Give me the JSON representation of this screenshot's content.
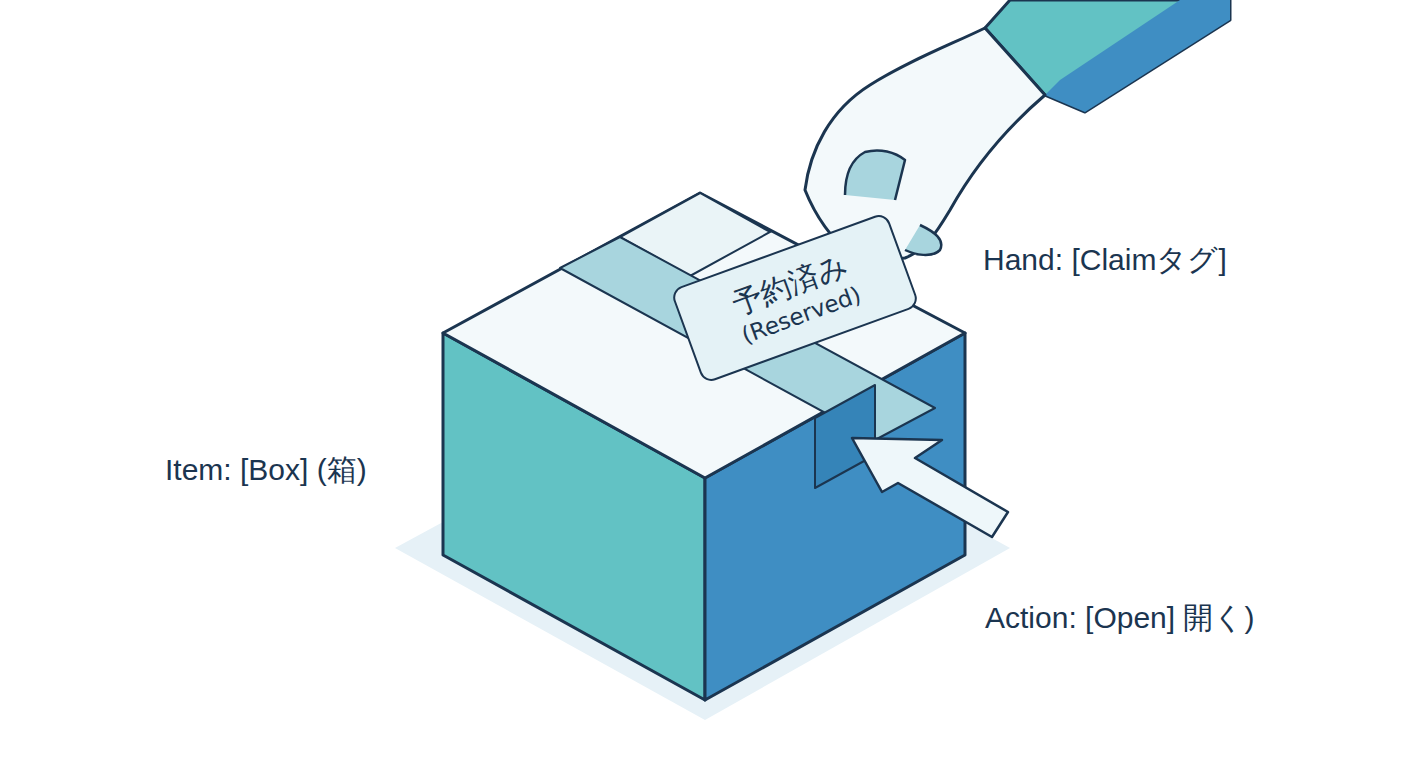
{
  "diagram": {
    "nodes": [
      {
        "text": [
          "予約済み",
          "(Reserved)"
        ]
      }
    ],
    "labels": [
      "Hand: [Claimタグ]",
      "Item: [Box] (箱)",
      "Action: [Open] 開く)"
    ]
  }
}
